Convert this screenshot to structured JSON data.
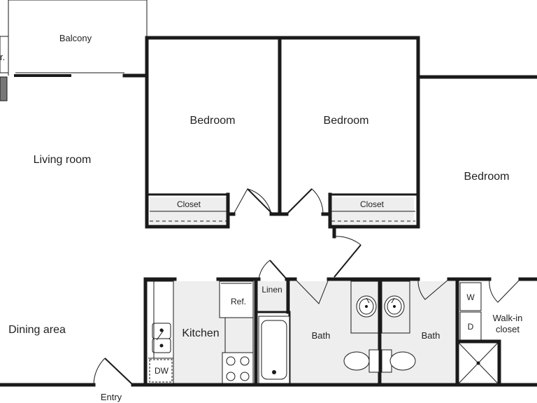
{
  "rooms": {
    "balcony": "Balcony",
    "bedroom_1": "Bedroom",
    "bedroom_2": "Bedroom",
    "bedroom_3": "Bedroom",
    "living_room": "Living room",
    "dining_area": "Dining area",
    "kitchen": "Kitchen",
    "bath_1": "Bath",
    "bath_2": "Bath",
    "walk_in_closet_line1": "Walk-in",
    "walk_in_closet_line2": "closet",
    "entry": "Entry"
  },
  "fixtures": {
    "closet_1": "Closet",
    "closet_2": "Closet",
    "linen": "Linen",
    "refrigerator": "Ref.",
    "dishwasher": "DW",
    "washer": "W",
    "dryer": "D",
    "cut_off_label": "r."
  },
  "colors": {
    "wall": "#1a1a1a",
    "fixture_fill": "#eeeeee",
    "background": "#ffffff"
  }
}
